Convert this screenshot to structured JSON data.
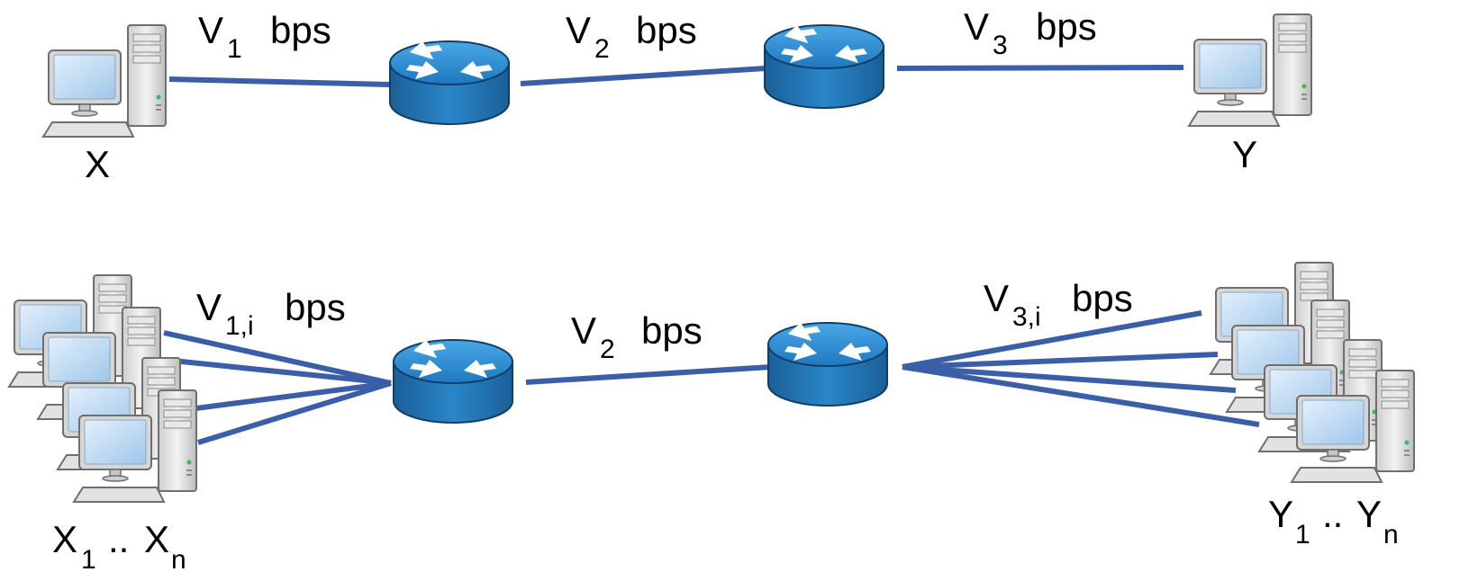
{
  "top_network": {
    "host_x_label": "X",
    "host_y_label": "Y",
    "link1": {
      "base": "V",
      "sub": "1",
      "unit": "bps"
    },
    "link2": {
      "base": "V",
      "sub": "2",
      "unit": "bps"
    },
    "link3": {
      "base": "V",
      "sub": "3",
      "unit": "bps"
    }
  },
  "bottom_network": {
    "hosts_x_label": {
      "base1": "X",
      "sub1": "1",
      "sep": "..",
      "base2": "X",
      "sub2": "n"
    },
    "hosts_y_label": {
      "base1": "Y",
      "sub1": "1",
      "sep": "..",
      "base2": "Y",
      "sub2": "n"
    },
    "link1": {
      "base": "V",
      "sub": "1,i",
      "unit": "bps"
    },
    "link2": {
      "base": "V",
      "sub": "2",
      "unit": "bps"
    },
    "link3": {
      "base": "V",
      "sub": "3,i",
      "unit": "bps"
    }
  },
  "colors": {
    "link": "#3b5ea8",
    "router_top": "#2b8fd0",
    "router_side": "#1f6ea8",
    "monitor_screen": "#b9d7f2",
    "case": "#d9d9d9"
  },
  "icons": [
    "computer-icon",
    "router-icon"
  ]
}
